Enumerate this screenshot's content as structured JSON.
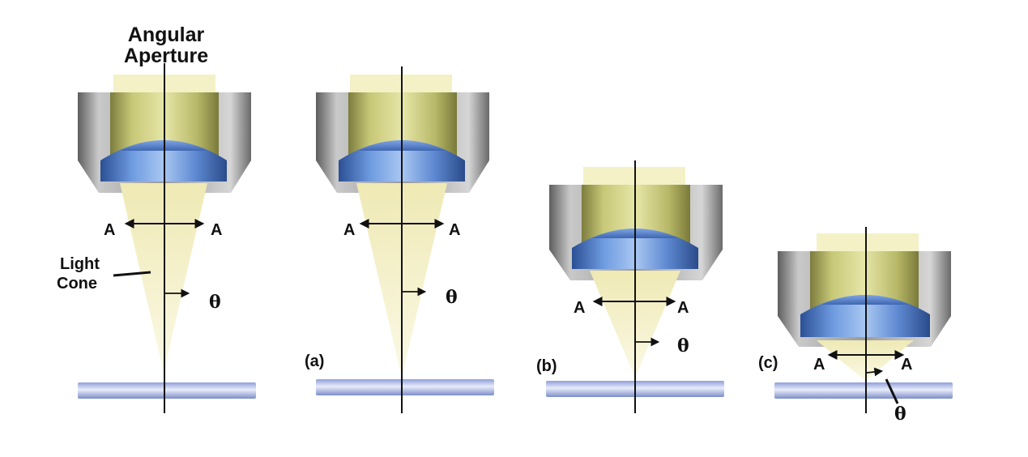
{
  "title_line1": "Angular",
  "title_line2": "Aperture",
  "light_cone_line1": "Light",
  "light_cone_line2": "Cone",
  "point_label": "A",
  "angle_symbol": "θ",
  "panels": [
    {
      "tag": ""
    },
    {
      "tag": "(a)"
    },
    {
      "tag": "(b)"
    },
    {
      "tag": "(c)"
    }
  ],
  "colors": {
    "housing": "#8c8c8c",
    "lens_blue": "#4f7fc8",
    "glass_yellow": "#bdbd6b",
    "cone": "#f5f2c6",
    "slide": "#aab8e6"
  }
}
